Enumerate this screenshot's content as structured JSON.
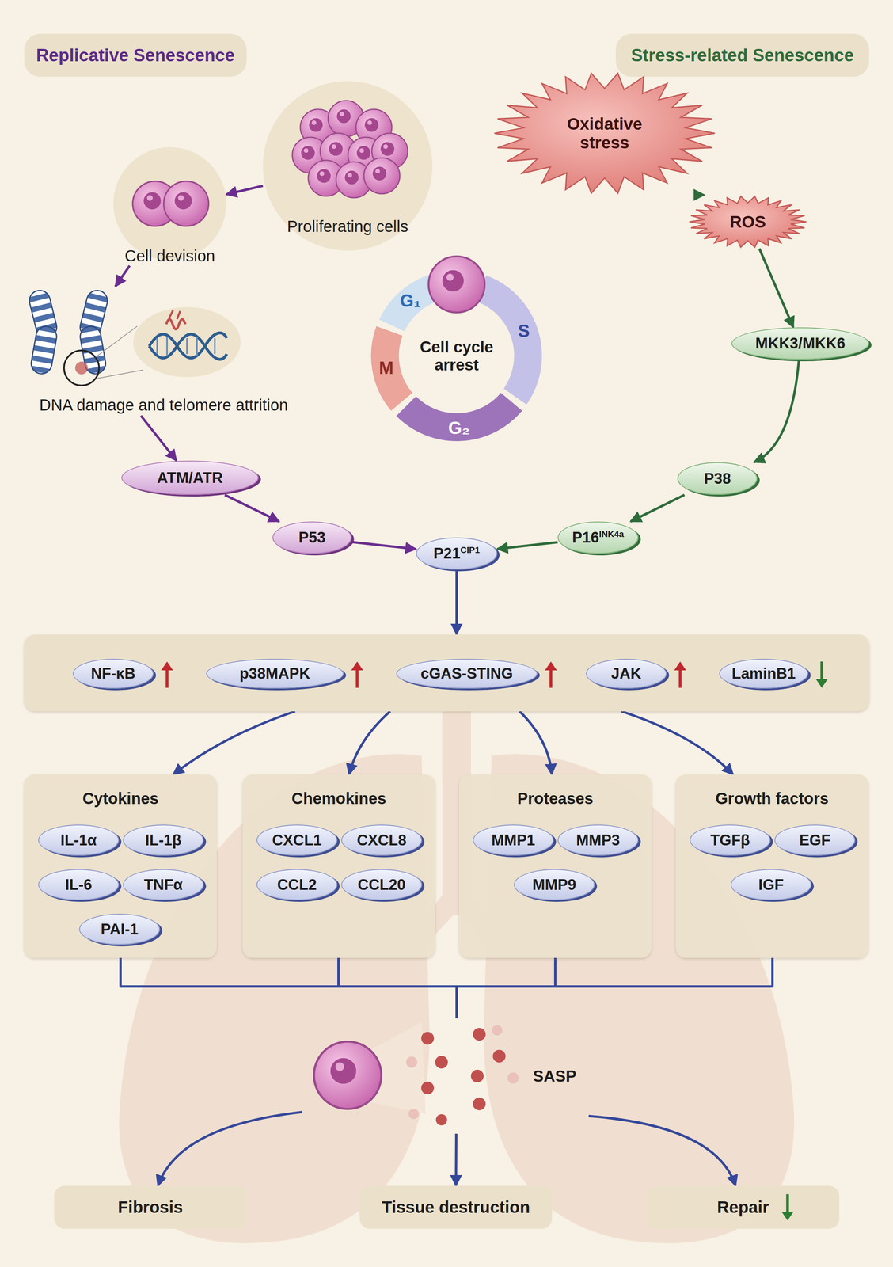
{
  "diagram": {
    "nodes": [
      {
        "text": [
          "Replicative Senescence"
        ]
      },
      {
        "text": [
          "Stress-related Senescence"
        ]
      },
      {
        "text": [
          "Proliferating cells"
        ]
      },
      {
        "text": [
          "Cell devision"
        ]
      },
      {
        "text": [
          "Oxidative stress"
        ]
      },
      {
        "text": [
          "ROS"
        ]
      },
      {
        "text": [
          "DNA damage and telomere attrition"
        ]
      },
      {
        "text": [
          "Cell cycle arrest"
        ]
      },
      {
        "text": [
          "MKK3/MKK6"
        ]
      },
      {
        "text": [
          "ATM/ATR"
        ]
      },
      {
        "text": [
          "P38"
        ]
      },
      {
        "text": [
          "P53"
        ]
      },
      {
        "text": [
          "P16",
          "INK4a"
        ]
      },
      {
        "text": [
          "P21",
          "CIP1"
        ]
      },
      {
        "text": []
      },
      {
        "text": [
          "NF-κB"
        ],
        "in": 14
      },
      {
        "text": [
          "p38MAPK"
        ],
        "in": 14
      },
      {
        "text": [
          "cGAS-STING"
        ],
        "in": 14
      },
      {
        "text": [
          "JAK"
        ],
        "in": 14
      },
      {
        "text": [
          "LaminB1"
        ],
        "in": 14
      },
      {
        "text": [
          "Cytokines"
        ]
      },
      {
        "text": [
          "IL-1α"
        ],
        "in": 20
      },
      {
        "text": [
          "IL-1β"
        ],
        "in": 20
      },
      {
        "text": [
          "IL-6"
        ],
        "in": 20
      },
      {
        "text": [
          "TNFα"
        ],
        "in": 20
      },
      {
        "text": [
          "PAI-1"
        ],
        "in": 20
      },
      {
        "text": [
          "Chemokines"
        ]
      },
      {
        "text": [
          "CXCL1"
        ],
        "in": 26
      },
      {
        "text": [
          "CXCL8"
        ],
        "in": 26
      },
      {
        "text": [
          "CCL2"
        ],
        "in": 26
      },
      {
        "text": [
          "CCL20"
        ],
        "in": 26
      },
      {
        "text": [
          "Proteases"
        ]
      },
      {
        "text": [
          "MMP1"
        ],
        "in": 31
      },
      {
        "text": [
          "MMP3"
        ],
        "in": 31
      },
      {
        "text": [
          "MMP9"
        ],
        "in": 31
      },
      {
        "text": [
          "Growth factors"
        ]
      },
      {
        "text": [
          "TGFβ"
        ],
        "in": 35
      },
      {
        "text": [
          "EGF"
        ],
        "in": 35
      },
      {
        "text": [
          "IGF"
        ],
        "in": 35
      },
      {
        "text": [
          "SASP"
        ]
      },
      {
        "text": [
          "Fibrosis"
        ]
      },
      {
        "text": [
          "Tissue destruction"
        ]
      },
      {
        "text": [
          "Repair"
        ]
      }
    ],
    "edges": [
      {
        "from": 2,
        "to": 3,
        "arrow": "to"
      },
      {
        "from": 3,
        "to": 6,
        "arrow": "to"
      },
      {
        "from": 6,
        "to": 9,
        "arrow": "to"
      },
      {
        "from": 9,
        "to": 11,
        "arrow": "to"
      },
      {
        "from": 11,
        "to": 13,
        "arrow": "to"
      },
      {
        "from": 4,
        "to": 5,
        "arrow": "to"
      },
      {
        "from": 5,
        "to": 8,
        "arrow": "to"
      },
      {
        "from": 8,
        "to": 10,
        "arrow": "to"
      },
      {
        "from": 10,
        "to": 12,
        "arrow": "to"
      },
      {
        "from": 12,
        "to": 13,
        "arrow": "to"
      },
      {
        "from": 13,
        "to": 14,
        "arrow": "to"
      },
      {
        "from": 14,
        "to": 20,
        "arrow": "to"
      },
      {
        "from": 14,
        "to": 26,
        "arrow": "to"
      },
      {
        "from": 14,
        "to": 31,
        "arrow": "to"
      },
      {
        "from": 14,
        "to": 35,
        "arrow": "to"
      },
      {
        "from": 20,
        "to": 39,
        "arrow": "none"
      },
      {
        "from": 26,
        "to": 39,
        "arrow": "none"
      },
      {
        "from": 31,
        "to": 39,
        "arrow": "none"
      },
      {
        "from": 35,
        "to": 39,
        "arrow": "none"
      },
      {
        "from": 39,
        "to": 40,
        "arrow": "to"
      },
      {
        "from": 39,
        "to": 41,
        "arrow": "to"
      },
      {
        "from": 39,
        "to": 42,
        "arrow": "to"
      }
    ],
    "labels": [
      "G₁",
      "S",
      "G₂",
      "M"
    ]
  }
}
